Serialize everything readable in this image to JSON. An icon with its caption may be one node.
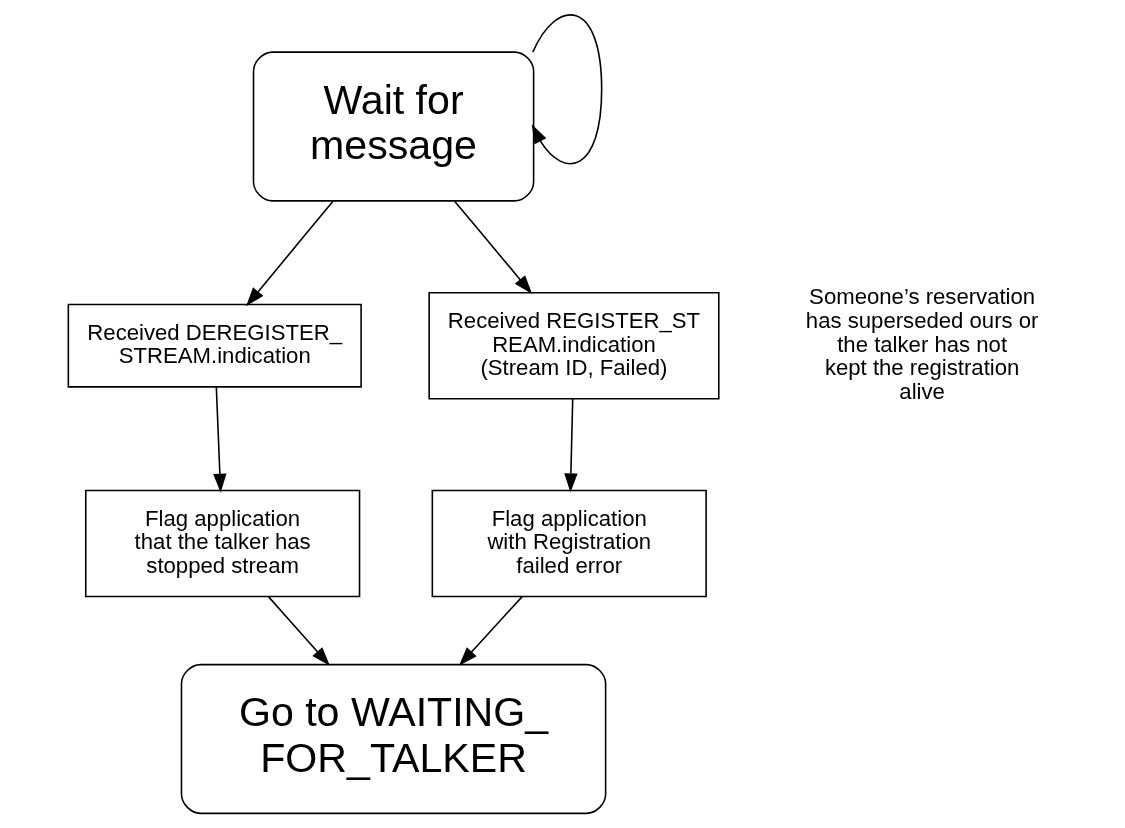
{
  "diagram": {
    "nodes": [
      {
        "text": [
          "Wait for message"
        ]
      },
      {
        "text": [
          "Received DEREGISTER_STREAM.indication"
        ]
      },
      {
        "text": [
          "Received REGISTER_STREAM.indication (Stream ID, Failed)"
        ]
      },
      {
        "text": [
          "Flag application that the talker has stopped stream"
        ]
      },
      {
        "text": [
          "Flag application with Registration failed error"
        ]
      },
      {
        "text": [
          "Go to WAITING_FOR_TALKER"
        ]
      }
    ],
    "edges": [
      {
        "from": 0,
        "to": 0,
        "arrow": "to"
      },
      {
        "from": 0,
        "to": 1,
        "arrow": "to"
      },
      {
        "from": 0,
        "to": 2,
        "arrow": "to"
      },
      {
        "from": 1,
        "to": 3,
        "arrow": "to"
      },
      {
        "from": 2,
        "to": 4,
        "arrow": "to"
      },
      {
        "from": 3,
        "to": 5,
        "arrow": "to"
      },
      {
        "from": 4,
        "to": 5,
        "arrow": "to"
      }
    ],
    "labels": [
      "Someone’s reservation has superseded ours or the talker has not kept the registration alive"
    ]
  }
}
